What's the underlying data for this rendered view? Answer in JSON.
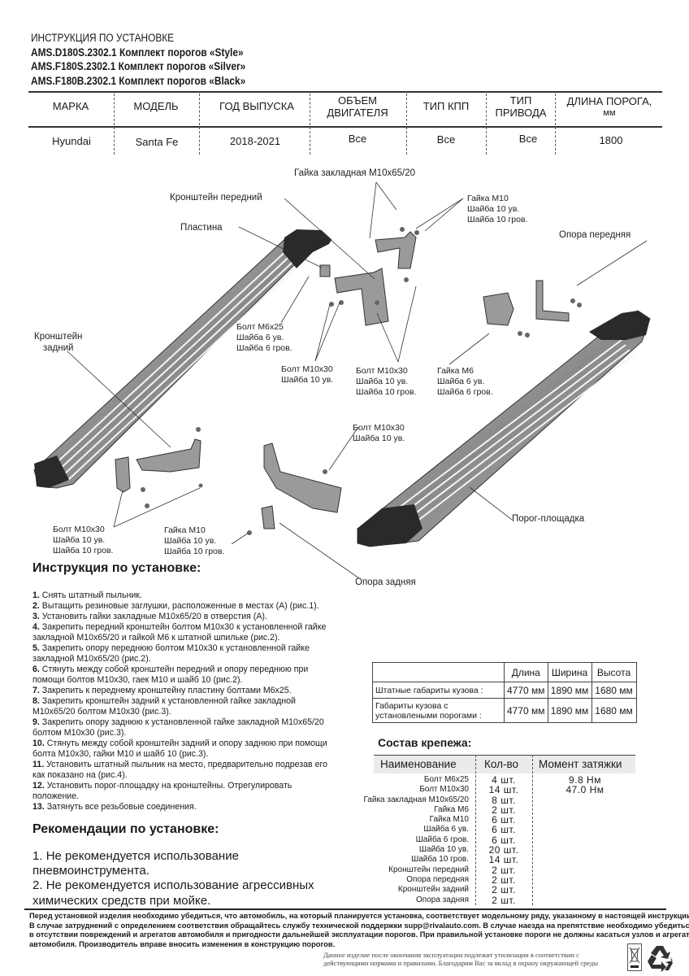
{
  "header": {
    "doc_title": "ИНСТРУКЦИЯ ПО УСТАНОВКЕ",
    "products": [
      "AMS.D180S.2302.1 Комплект порогов «Style»",
      "AMS.F180S.2302.1 Комплект порогов «Silver»",
      "AMS.F180B.2302.1 Комплект порогов «Black»"
    ]
  },
  "vehicle_table": {
    "columns": [
      [
        "МАРКА"
      ],
      [
        "МОДЕЛЬ"
      ],
      [
        "ГОД ВЫПУСКА"
      ],
      [
        "ОБЪЕМ",
        "ДВИГАТЕЛЯ"
      ],
      [
        "ТИП КПП"
      ],
      [
        "ТИП",
        "ПРИВОДА"
      ],
      [
        "ДЛИНА ПОРОГА,",
        "мм"
      ]
    ],
    "row": [
      "Hyundai",
      "Santa Fe",
      "2018-2021",
      "Все",
      "Все",
      "Все",
      "1800"
    ]
  },
  "diagram_labels": {
    "embed_nut": [
      "Гайка закладная M10x65/20"
    ],
    "front_bracket": [
      "Кронштейн передний"
    ],
    "plate": [
      "Пластина"
    ],
    "nut_m10_top": [
      "Гайка M10",
      "Шайба 10 ув.",
      "Шайба 10 гров."
    ],
    "front_support": [
      "Опора передняя"
    ],
    "rear_bracket": [
      "Кронштейн",
      "задний"
    ],
    "bolt_m6": [
      "Болт M6x25",
      "Шайба 6 ув.",
      "Шайба 6 гров."
    ],
    "bolt_m10_a": [
      "Болт M10x30",
      "Шайба 10 ув."
    ],
    "bolt_m10_b": [
      "Болт M10x30",
      "Шайба 10 ув.",
      "Шайба 10 гров."
    ],
    "nut_m6": [
      "Гайка M6",
      "Шайба 6 ув.",
      "Шайба 6 гров."
    ],
    "bolt_m10_c": [
      "Болт M10x30",
      "Шайба 10 ув."
    ],
    "step_board": [
      "Порог-площадка"
    ],
    "bolt_m10_d": [
      "Болт M10x30",
      "Шайба 10 ув.",
      "Шайба 10 гров."
    ],
    "nut_m10_bottom": [
      "Гайка M10",
      "Шайба 10 ув.",
      "Шайба 10 гров."
    ],
    "rear_support": [
      "Опора задняя"
    ]
  },
  "instructions": {
    "heading": "Инструкция по установке:",
    "steps": [
      [
        "1.",
        "Снять штатный пыльник."
      ],
      [
        "2.",
        "Вытащить резиновые заглушки, расположенные в местах (А) (рис.1)."
      ],
      [
        "3.",
        "Установить гайки закладные M10x65/20 в отверстия (А)."
      ],
      [
        "4.",
        "Закрепить передний кронштейн болтом M10x30 к установленной гайке"
      ],
      [
        "",
        "закладной M10x65/20 и гайкой M6 к штатной шпильке (рис.2)."
      ],
      [
        "5.",
        "Закрепить опору переднюю болтом M10x30 к установленной гайке"
      ],
      [
        "",
        "закладной M10x65/20 (рис.2)."
      ],
      [
        "6.",
        "Стянуть между собой кронштейн передний и опору переднюю при"
      ],
      [
        "",
        "помощи болтов M10x30, гаек M10 и шайб 10 (рис.2)."
      ],
      [
        "7.",
        "Закрепить к переднему кронштейну пластину болтами M6x25."
      ],
      [
        "8.",
        "Закрепить кронштейн задний к установленной гайке закладной"
      ],
      [
        "",
        "M10x65/20 болтом M10x30 (рис.3)."
      ],
      [
        "9.",
        "Закрепить опору заднюю к установленной гайке закладной M10x65/20"
      ],
      [
        "",
        "болтом M10x30 (рис.3)."
      ],
      [
        "10.",
        "Стянуть между собой кронштейн задний и опору заднюю при помощи"
      ],
      [
        "",
        "болта M10x30, гайки M10 и шайб 10 (рис.3)."
      ],
      [
        "11.",
        "Установить штатный пыльник на место, предварительно подрезав его"
      ],
      [
        "",
        "как показано на (рис.4)."
      ],
      [
        "12.",
        "Установить порог-площадку на кронштейны. Отрегулировать"
      ],
      [
        "",
        "положение."
      ],
      [
        "13.",
        "Затянуть все резьбовые соединения."
      ]
    ]
  },
  "recommendations": {
    "heading": "Рекомендации по установке:",
    "lines": [
      [
        "1.",
        "Не рекомендуется использование"
      ],
      [
        "",
        "пневмоинструмента."
      ],
      [
        "2.",
        "Не рекомендуется использование агрессивных"
      ],
      [
        "",
        "химических средств при мойке."
      ]
    ]
  },
  "dimensions_table": {
    "headers": [
      "",
      "Длина",
      "Ширина",
      "Высота"
    ],
    "rows": [
      [
        "Штатные габариты кузова :",
        "4770 мм",
        "1890 мм",
        "1680 мм"
      ],
      [
        "Габариты кузова с установлеными порогами :",
        "4770 мм",
        "1890 мм",
        "1680 мм"
      ]
    ]
  },
  "fasteners": {
    "heading": "Состав крепежа:",
    "headers": [
      "Наименование",
      "Кол-во",
      "Момент затяжки"
    ],
    "rows": [
      [
        "Болт M6x25",
        "4 шт.",
        "9.8 Нм"
      ],
      [
        "Болт M10x30",
        "14 шт.",
        "47.0 Нм"
      ],
      [
        "Гайка закладная M10x65/20",
        "8 шт.",
        ""
      ],
      [
        "Гайка M6",
        "2 шт.",
        ""
      ],
      [
        "Гайка M10",
        "6 шт.",
        ""
      ],
      [
        "Шайба 6 ув.",
        "6 шт.",
        ""
      ],
      [
        "Шайба 6 гров.",
        "6 шт.",
        ""
      ],
      [
        "Шайба 10 ув.",
        "20 шт.",
        ""
      ],
      [
        "Шайба 10 гров.",
        "14 шт.",
        ""
      ],
      [
        "Кронштейн передний",
        "2 шт.",
        ""
      ],
      [
        "Опора передняя",
        "2 шт.",
        ""
      ],
      [
        "Кронштейн задний",
        "2 шт.",
        ""
      ],
      [
        "Опора задняя",
        "2 шт.",
        ""
      ]
    ]
  },
  "footer": {
    "disclaimer": [
      "Перед установкой изделия необходимо убедиться, что автомобиль, на который планируется установка, соответствует модельному ряду, указанному в настоящей инструкции.",
      "В случае затруднений с определением соответствия обращайтесь службу технической поддержки supp@rivalauto.com. В случае наезда на препятствие необходимо убедиться",
      "в отсутствии повреждений и агрегатов автомобиля и пригодности дальнейшей эксплуатации порогов. При правильной установке пороги не должны касаться узлов и агрегатов",
      "автомобиля. Производитель вправе вносить изменения в конструкцию порогов."
    ],
    "recycling": [
      "Данное изделие после окончания эксплуатации подлежит утилизации в соответствии с действующими",
      "нормами и правилами. Благодарим Вас за вклад в охрану окружающей среды"
    ]
  }
}
